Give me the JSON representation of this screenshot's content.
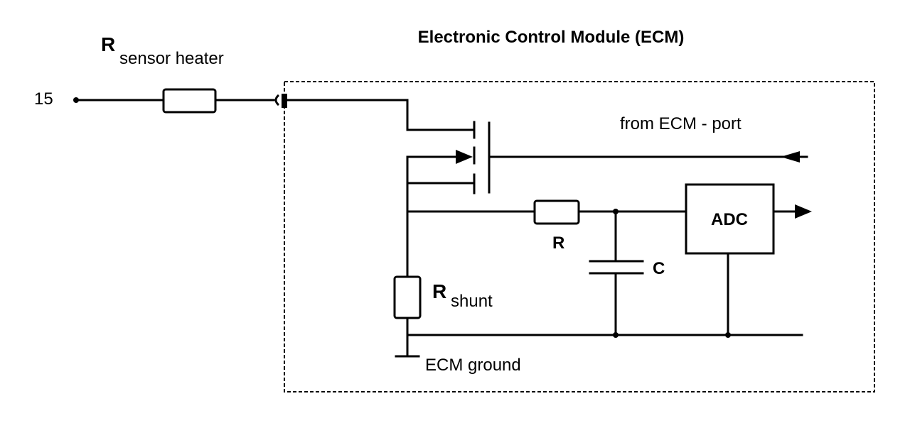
{
  "title": "Electronic Control Module (ECM)",
  "terminal_label": "15",
  "sensor_resistor": {
    "symbol": "R",
    "subscript": "sensor heater"
  },
  "port_label": "from ECM - port",
  "adc_label": "ADC",
  "resistor_label": "R",
  "capacitor_label": "C",
  "shunt_resistor": {
    "symbol": "R",
    "subscript": "shunt"
  },
  "ground_label": "ECM ground"
}
